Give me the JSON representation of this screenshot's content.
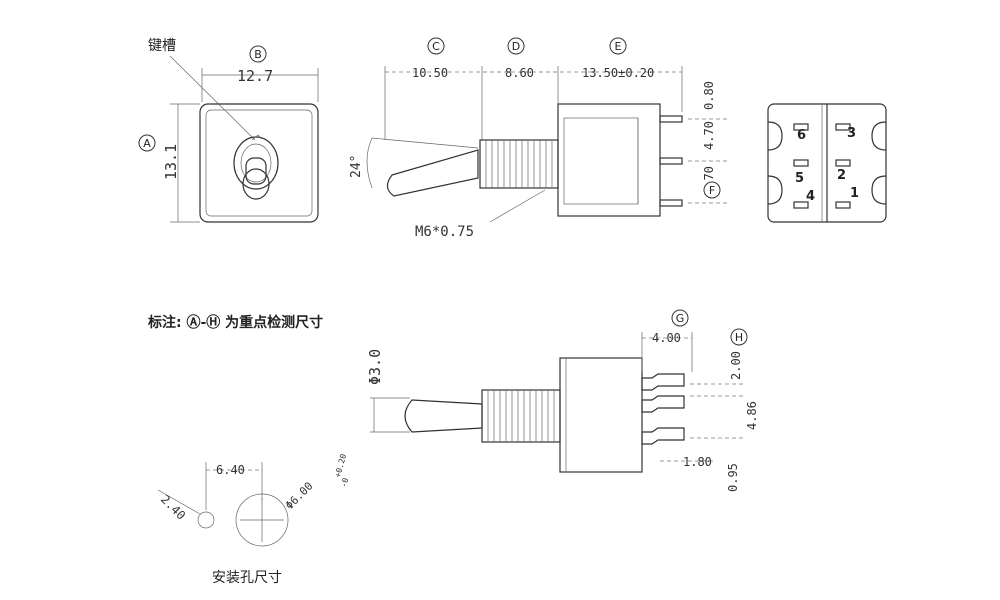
{
  "labels": {
    "keyway": "键槽",
    "thread": "M6*0.75",
    "note": "标注: Ⓐ-Ⓗ 为重点检测尺寸",
    "mount_hole": "安装孔尺寸"
  },
  "markers": {
    "A": "A",
    "B": "B",
    "C": "C",
    "D": "D",
    "E": "E",
    "F": "F",
    "G": "G",
    "H": "H"
  },
  "dims": {
    "B": "12.7",
    "A": "13.1",
    "C": "10.50",
    "D": "8.60",
    "E": "13.50±0.20",
    "angle": "24°",
    "p080": "0.80",
    "p470a": "4.70",
    "p470b": "4.70",
    "phi3": "Φ3.0",
    "g400": "4.00",
    "h200": "2.00",
    "h486": "4.86",
    "s180": "1.80",
    "s095": "0.95",
    "m640": "6.40",
    "m240": "2.40",
    "m600": "Φ6.00",
    "tol_plus": "+0.20",
    "tol_minus": "-0"
  },
  "pins": {
    "p1": "1",
    "p2": "2",
    "p3": "3",
    "p4": "4",
    "p5": "5",
    "p6": "6"
  }
}
